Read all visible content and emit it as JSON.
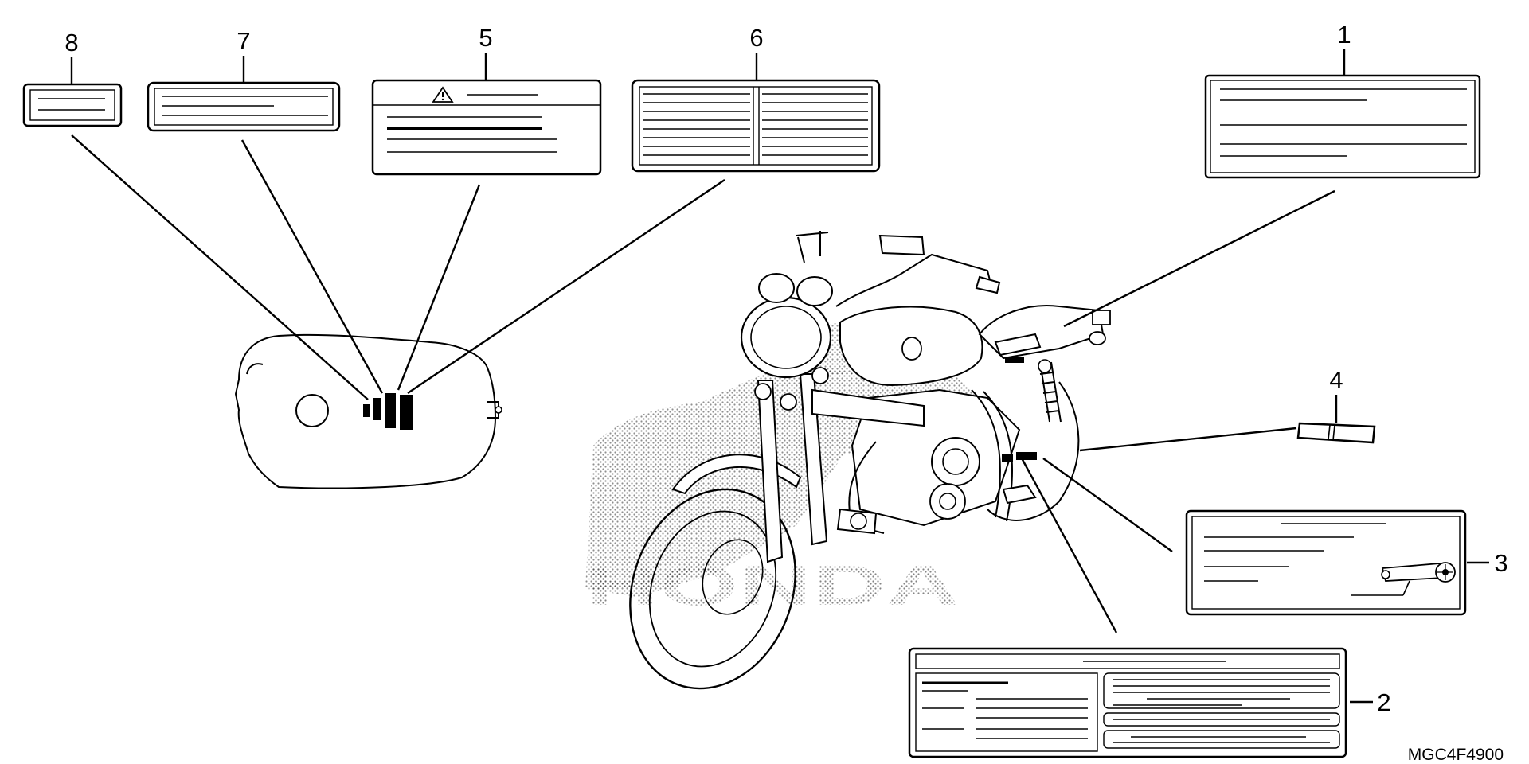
{
  "callouts": {
    "c1": "1",
    "c2": "2",
    "c3": "3",
    "c4": "4",
    "c5": "5",
    "c6": "6",
    "c7": "7",
    "c8": "8"
  },
  "brand_watermark": "HONDA",
  "diagram_code": "MGC4F4900",
  "icons": {
    "warning": "warning-triangle-icon"
  }
}
